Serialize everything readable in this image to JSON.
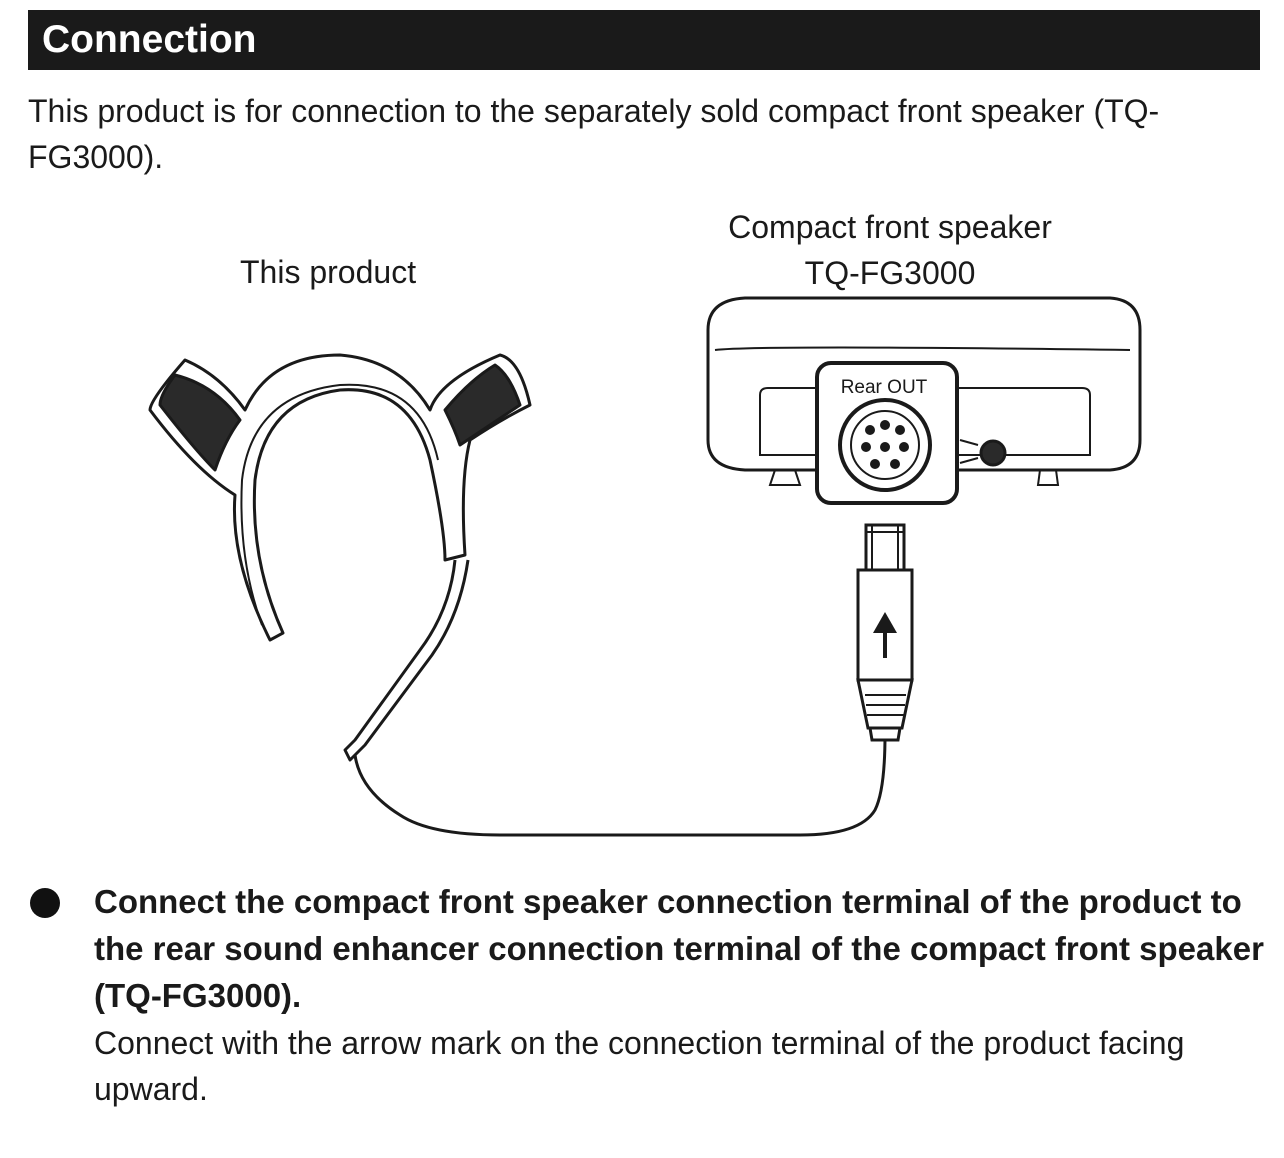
{
  "header": {
    "title": "Connection"
  },
  "intro": {
    "text": "This product is for connection to the separately sold compact front speaker (TQ-FG3000)."
  },
  "diagram": {
    "product_label": "This product",
    "speaker_label_line1": "Compact front speaker",
    "speaker_label_line2": "TQ-FG3000",
    "port_label": "Rear  OUT"
  },
  "instruction": {
    "text": "Connect the compact front speaker connection terminal of the product to the rear sound enhancer connection terminal of the compact front speaker (TQ-FG3000).",
    "note": "Connect with the arrow mark on the connection terminal of the product facing upward."
  }
}
